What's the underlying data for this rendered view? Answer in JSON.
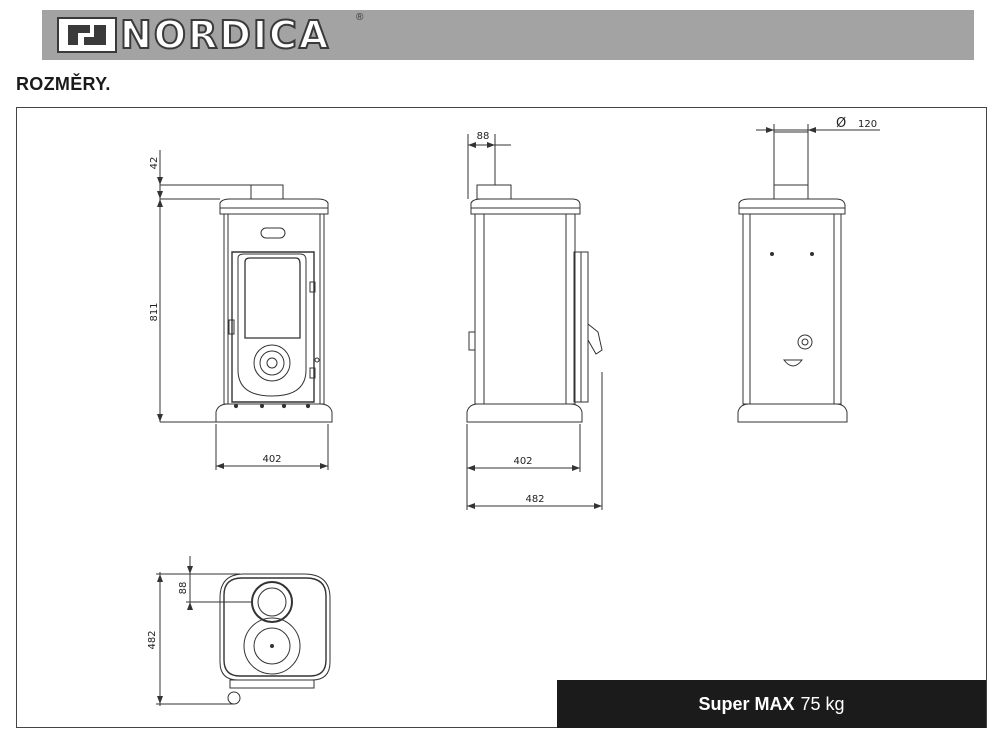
{
  "brand": {
    "logo_text": "NORDICA",
    "registered_mark": "®"
  },
  "section_title": "ROZMĚRY.",
  "dimensions": {
    "front_height": "811",
    "front_top": "42",
    "front_width": "402",
    "side_flue_offset": "88",
    "side_depth_body": "402",
    "side_depth_total": "482",
    "rear_flue_diameter": "120",
    "rear_diameter_symbol": "Ø",
    "plan_flue_offset": "88",
    "plan_depth": "482"
  },
  "model": {
    "name": "Super MAX",
    "weight": "75 kg"
  },
  "colors": {
    "header_bar": "#a3a3a3",
    "model_box": "#1b1b1b",
    "line": "#333333"
  }
}
